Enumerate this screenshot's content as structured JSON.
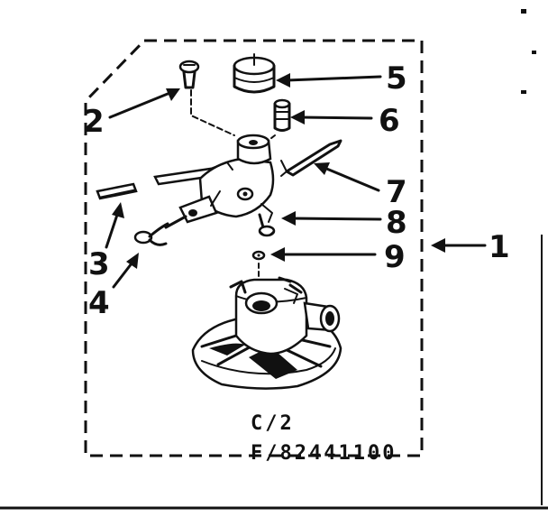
{
  "callouts": {
    "c1": "1",
    "c2": "2",
    "c3": "3",
    "c4": "4",
    "c5": "5",
    "c6": "6",
    "c7": "7",
    "c8": "8",
    "c9": "9"
  },
  "caption": {
    "line1": "C/2",
    "line2": "F/82441100"
  }
}
